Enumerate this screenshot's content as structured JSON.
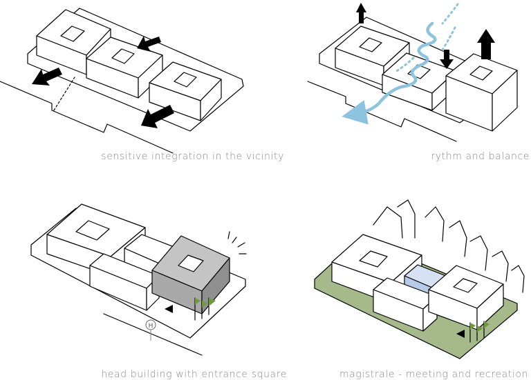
{
  "captions": {
    "panel1": "sensitive integration in the vicinity",
    "panel2": "rythm and balance",
    "panel3": "head building with entrance square",
    "panel4": "magistrale - meeting and recreation"
  },
  "symbols": {
    "helipad_letter": "H"
  },
  "colors": {
    "line": "#000000",
    "caption": "#8a8a8a",
    "head_building": "#a9a9a9",
    "green_area": "#a6b98a",
    "glass_blue": "#b7cbe8",
    "wind_blue": "#8cc3df",
    "flags": "#6f9a3c"
  }
}
